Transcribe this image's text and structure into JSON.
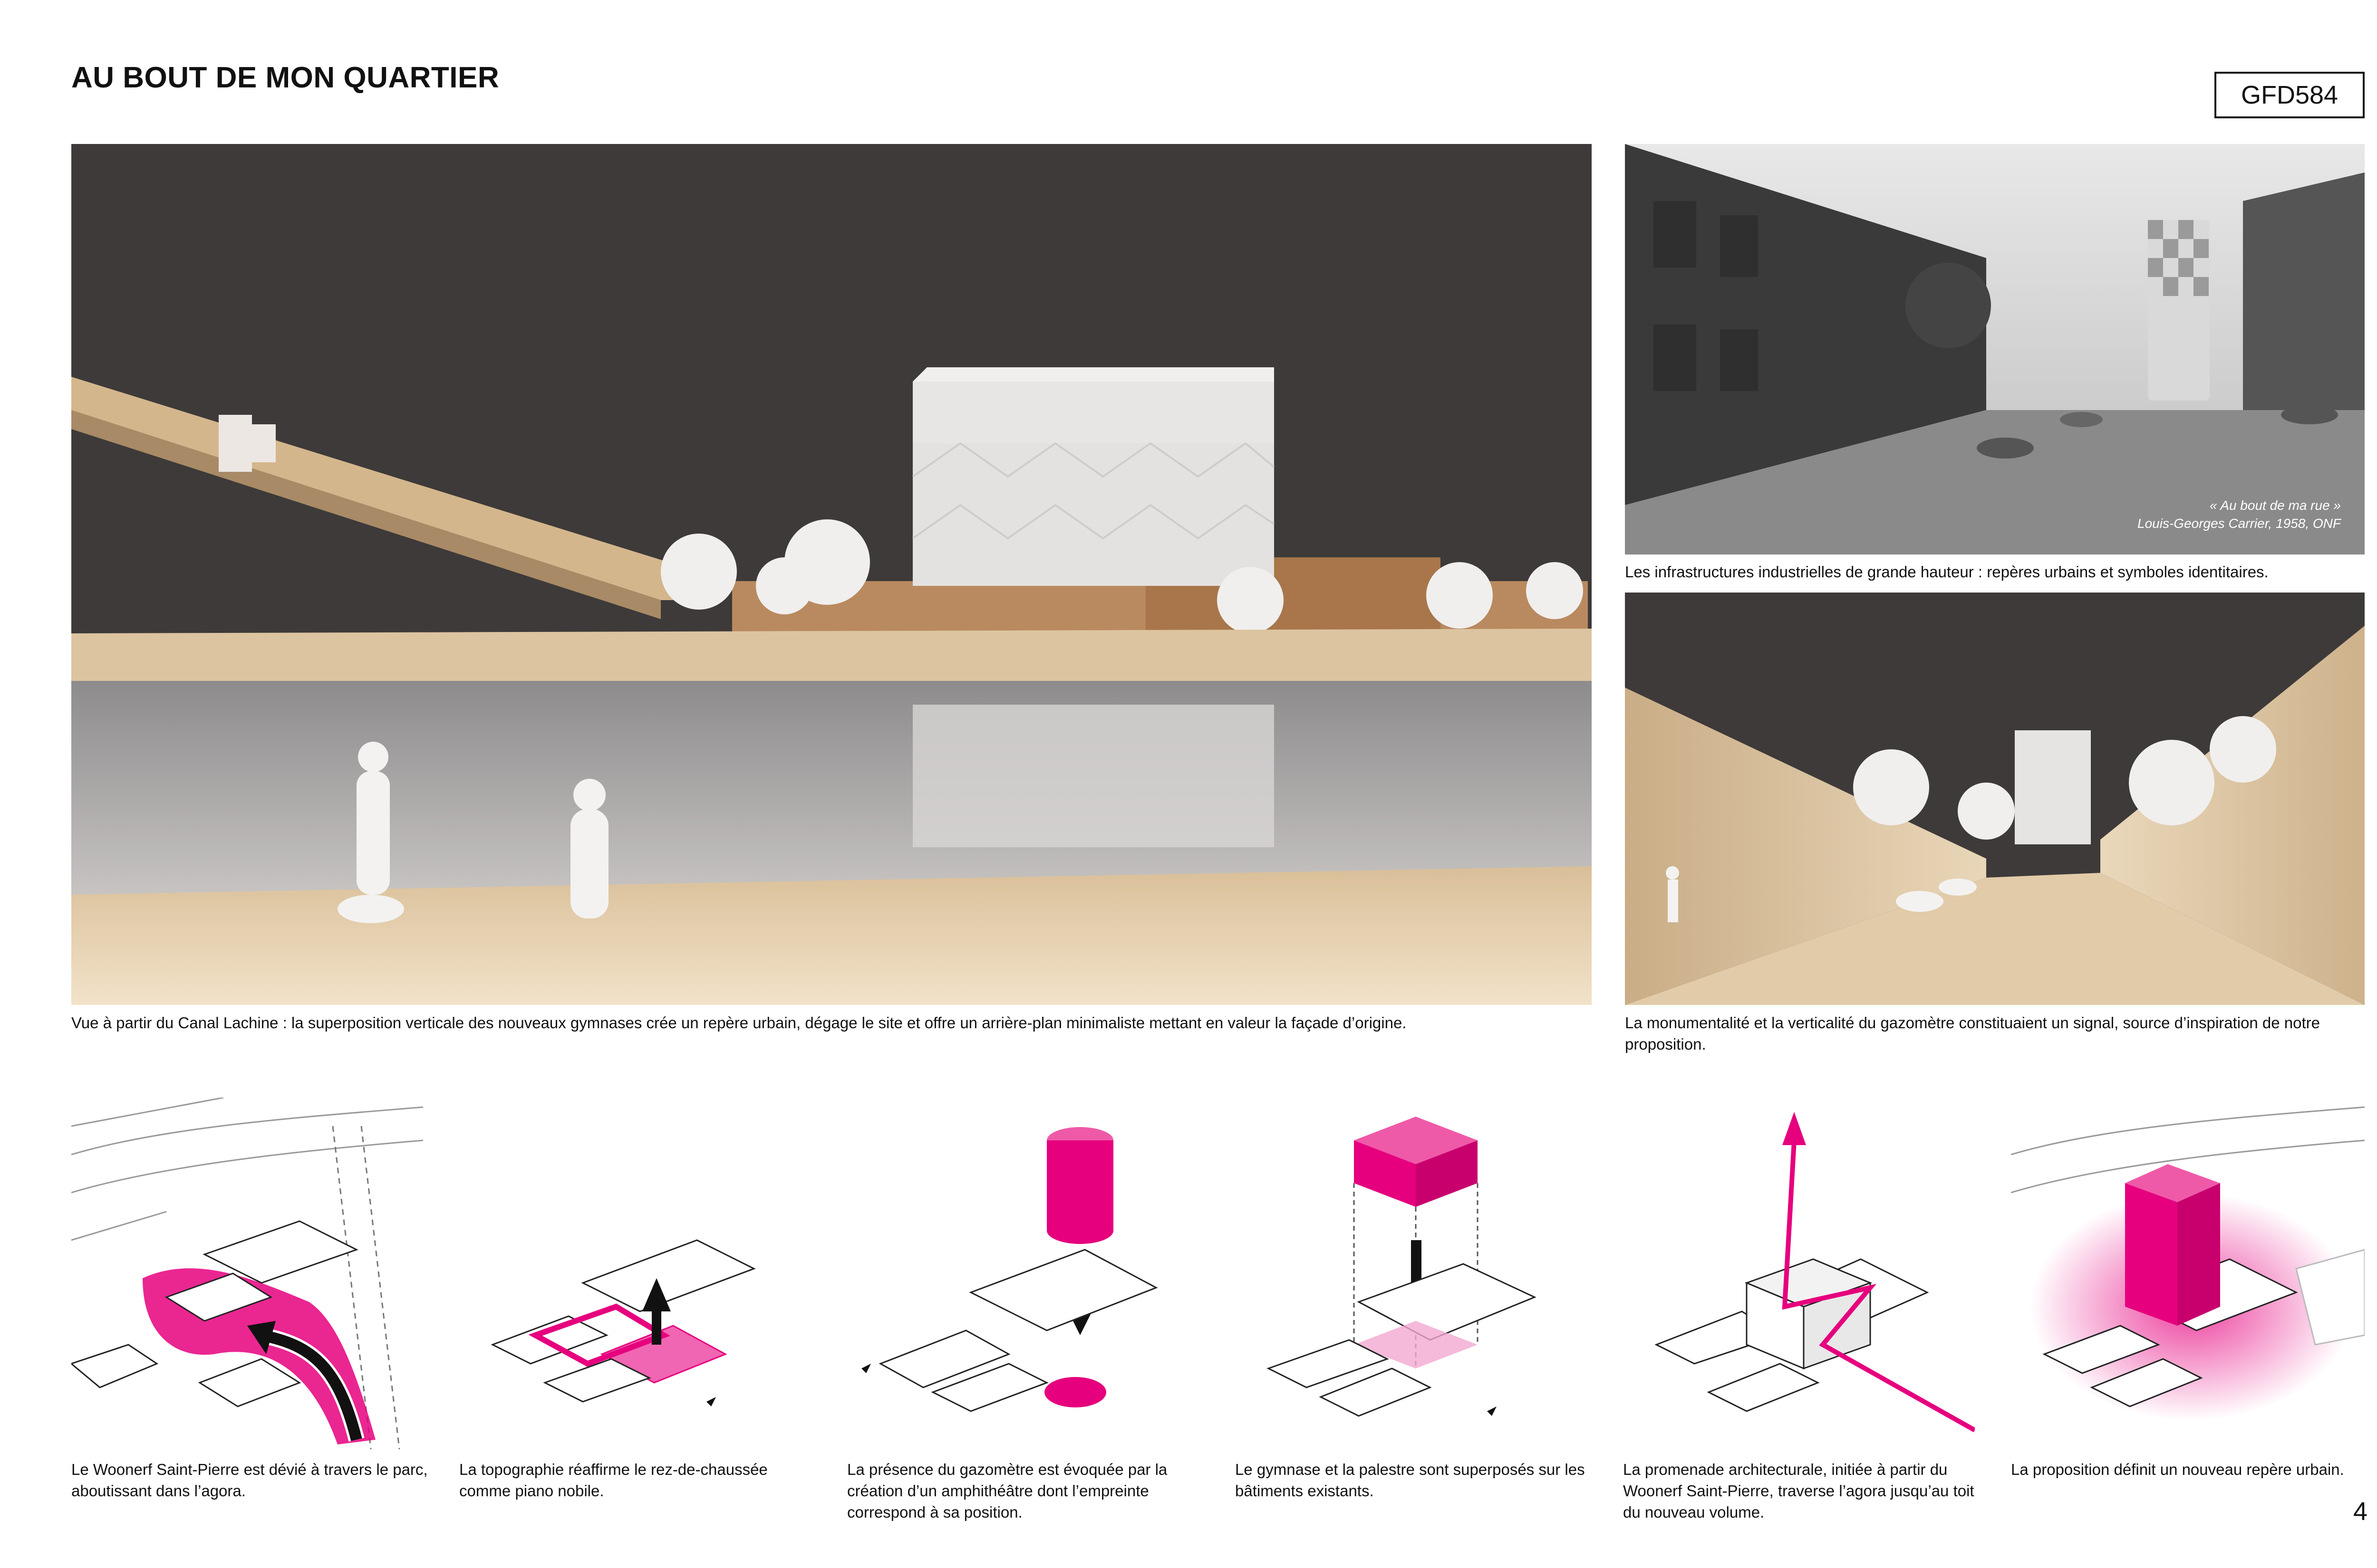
{
  "header": {
    "title": "AU BOUT DE MON QUARTIER",
    "code": "GFD584"
  },
  "main_render": {
    "caption": "Vue à partir du Canal Lachine : la superposition verticale des nouveaux gymnases crée un repère urbain, dégage le site et offre un arrière-plan minimaliste mettant en valeur la façade d’origine."
  },
  "archive_photo": {
    "credit_title": "« Au bout de ma rue »",
    "credit_author": "Louis-Georges Carrier, 1958, ONF",
    "caption": "Les infrastructures industrielles de grande hauteur : repères urbains et symboles identitaires."
  },
  "street_render": {
    "caption": "La monumentalité et la verticalité du gazomètre constituaient un signal, source d’inspiration de notre proposition."
  },
  "diagrams": [
    {
      "caption": "Le Woonerf Saint-Pierre est dévié à travers le parc, aboutissant dans l’agora."
    },
    {
      "caption": "La topographie réaffirme le rez-de-chaussée comme piano nobile."
    },
    {
      "caption": "La présence du gazomètre est évoquée par la création d’un amphithéâtre dont l’empreinte correspond à sa position."
    },
    {
      "caption": "Le gymnase et la palestre sont superposés sur les bâtiments existants."
    },
    {
      "caption": "La promenade architecturale, initiée à partir du Woonerf Saint-Pierre, traverse l’agora jusqu’au toit du nouveau volume."
    },
    {
      "caption": "La proposition définit un nouveau repère urbain."
    }
  ],
  "page_number": "4",
  "colors": {
    "accent": "#e6007e",
    "background_dark": "#3d3a39",
    "wood": "#e6d0ad"
  }
}
